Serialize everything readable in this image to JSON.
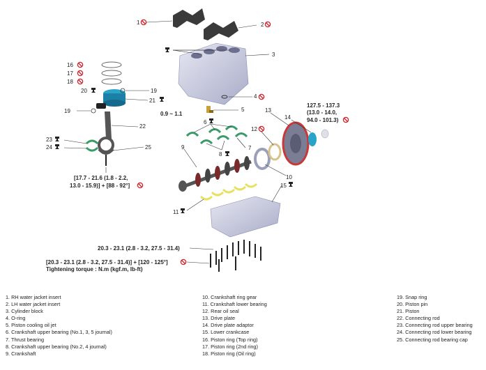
{
  "callouts": {
    "c1": "1",
    "c2": "2",
    "c3": "3",
    "c4": "4",
    "c5": "5",
    "c6": "6",
    "c7": "7",
    "c8": "8",
    "c9": "9",
    "c10": "10",
    "c11": "11",
    "c12": "12",
    "c13": "13",
    "c14": "14",
    "c15": "15",
    "c16": "16",
    "c17": "17",
    "c18": "18",
    "c19a": "19",
    "c19b": "19",
    "c20": "20",
    "c21": "21",
    "c22": "22",
    "c23": "23",
    "c24": "24",
    "c25": "25"
  },
  "torques": {
    "oil_jet": "0.9 ~ 1.1",
    "drive_plate_1": "127.5 - 137.3",
    "drive_plate_2": "(13.0 - 14.0,",
    "drive_plate_3": "94.0 - 101.3)",
    "conrod_1": "[17.7 - 21.6 (1.8 - 2.2,",
    "conrod_2": "13.0 - 15.9)] + [88 - 92°]",
    "lower_case": "20.3 - 23.1 (2.8 - 3.2, 27.5 - 31.4)",
    "main_bolt_1": "[20.3 - 23.1 (2.8 - 3.2, 27.5 - 31.4)] + [120 - 125°]",
    "main_bolt_2": "Tightening torque : N.m (kgf.m, lb-ft)"
  },
  "legend": {
    "col1": [
      "1. RH water jacket insert",
      "2. LH water jacket insert",
      "3. Cylinder block",
      "4. O-ring",
      "5. Piston cooling oil jet",
      "6. Crankshaft upper bearing (No.1, 3, 5 journal)",
      "7. Thrust bearing",
      "8. Crankshaft upper bearing (No.2, 4 journal)",
      "9. Crankshaft"
    ],
    "col2": [
      "10. Crankshaft ring gear",
      "11. Crankshaft lower bearing",
      "12. Rear oil seal",
      "13. Drive plate",
      "14. Drive plate adaptor",
      "15. Lower crankcase",
      "16. Piston ring (Top ring)",
      "17. Piston ring (2nd ring)",
      "18. Piston ring (Oil ring)"
    ],
    "col3": [
      "19. Snap ring",
      "20. Piston pin",
      "21. Piston",
      "22. Connecting rod",
      "23. Connecting rod upper bearing",
      "24. Connecting rod lower bearing",
      "25. Connecting rod bearing cap"
    ]
  },
  "icons": [
    "no-reuse-icon",
    "apply-oil-icon"
  ],
  "colors": {
    "no_reuse": "#d0202a",
    "bearing_green": "#3a9a6a",
    "bearing_yellow": "#e8e060",
    "piston_cyan": "#2aa3c8",
    "drive_plate_red": "#c83838",
    "part_gray": "#c9cbe0"
  }
}
